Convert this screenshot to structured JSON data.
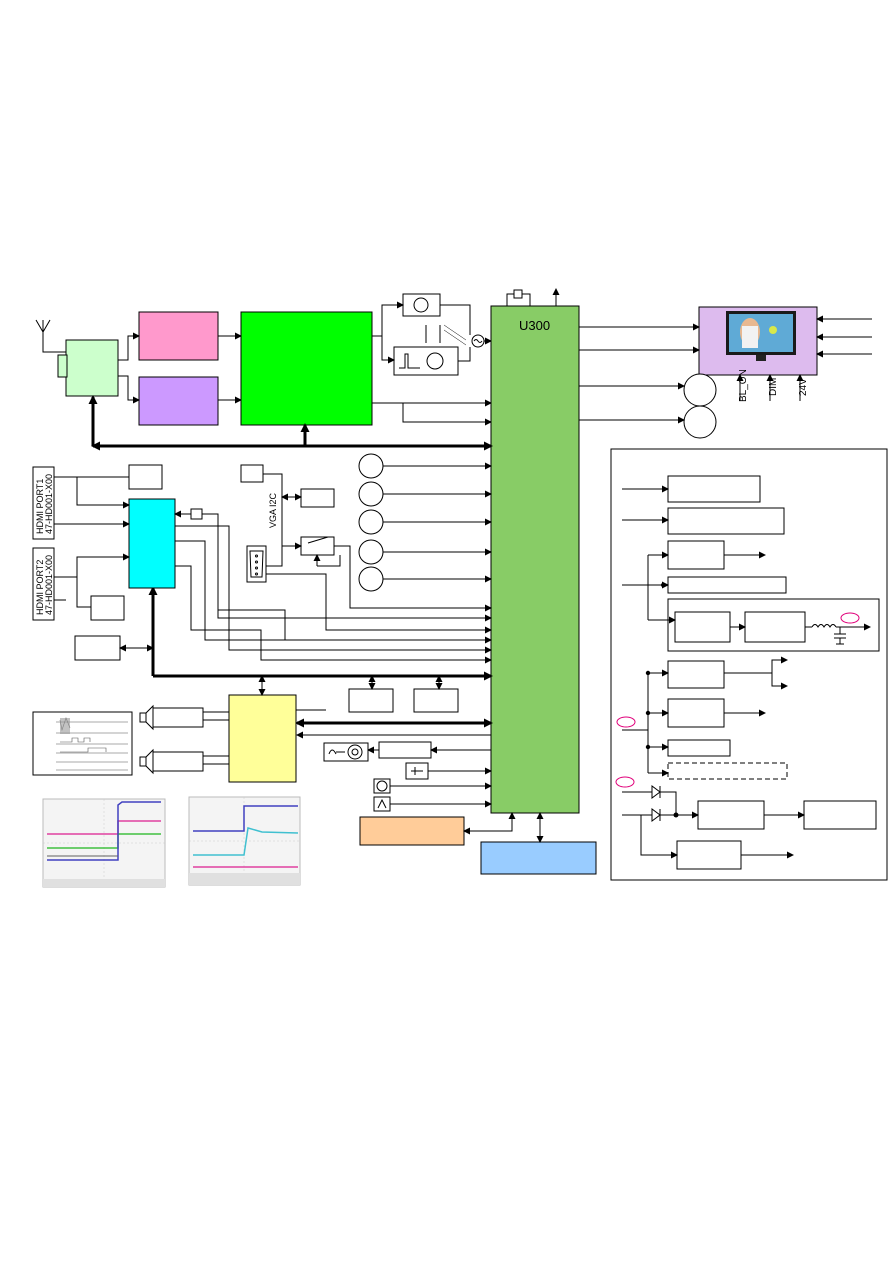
{
  "ic_main": {
    "label": "U300"
  },
  "hdmi_port1": {
    "line1": "HDMI PORT1",
    "line2": "47-HD001-X00"
  },
  "hdmi_port2": {
    "line1": "HDMI PORT2",
    "line2": "47-HD001-X00"
  },
  "vga": {
    "i2c_label": "VGA I2C"
  },
  "panel_signals": {
    "bl_on": "BL_ON",
    "dim": "DIM",
    "v24": "24V"
  },
  "colors": {
    "tuner": "#ccffcc",
    "if_pink": "#ff99cc",
    "if_lilac": "#cc99ff",
    "video_decoder": "#00ff00",
    "scaler": "#88cc66",
    "hdmi_switch": "#00ffff",
    "audio_amp": "#ffff99",
    "flash": "#ffcc99",
    "ddr": "#99ccff",
    "panel": "#ddbbee"
  }
}
